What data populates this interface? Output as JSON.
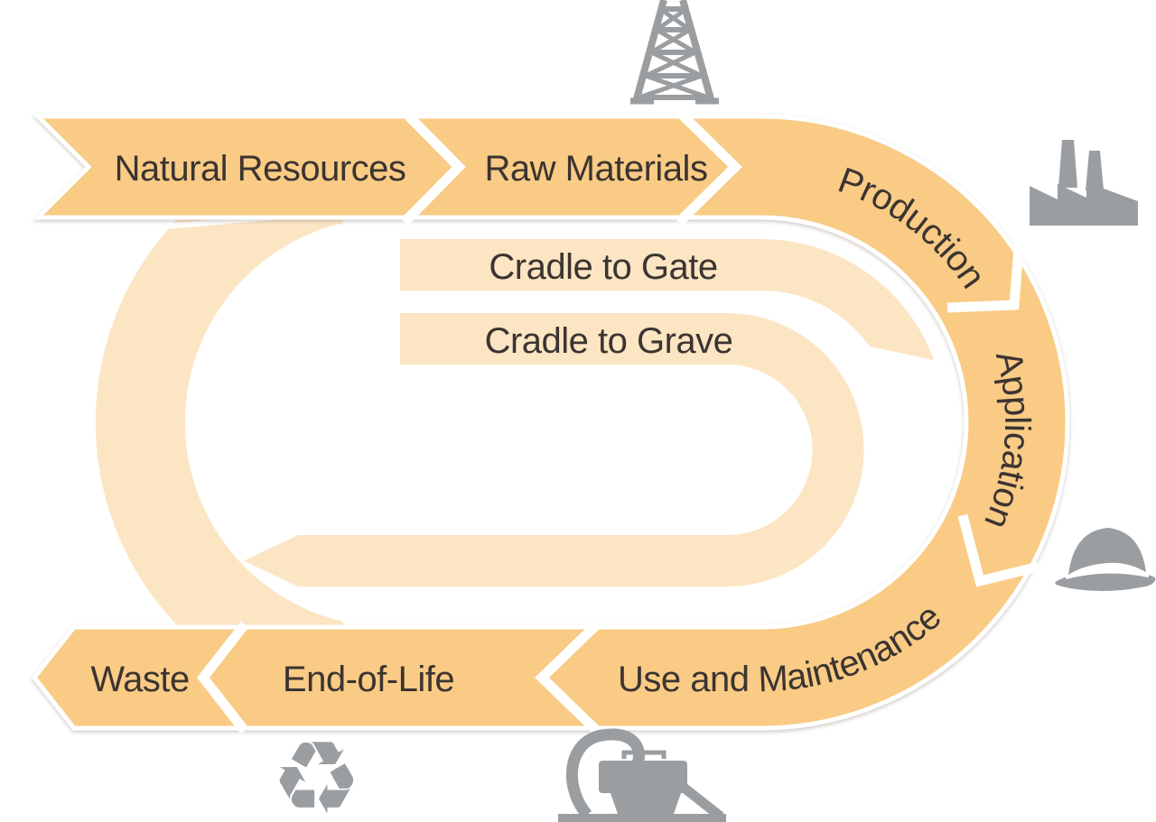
{
  "diagram": {
    "stages": {
      "natural_resources": "Natural Resources",
      "raw_materials": "Raw Materials",
      "production": "Production",
      "application": "Application",
      "use_and_maintenance": "Use and Maintenance",
      "end_of_life": "End-of-Life",
      "waste": "Waste"
    },
    "scopes": {
      "cradle_to_gate": "Cradle to Gate",
      "cradle_to_grave": "Cradle to Grave"
    },
    "icons": {
      "oil_derrick": "oil-derrick-icon",
      "factory": "factory-icon",
      "hard_hat": "hard-hat-icon",
      "recycling": "recycling-icon",
      "cleaning_machine": "cleaning-machine-icon",
      "recycling_glyph": "♻"
    },
    "colors": {
      "band_main": "#F9CB85",
      "band_light": "#FCE5C3",
      "icon_gray": "#9B9EA1",
      "text_dark": "#3B3431",
      "separator": "#FFFFFF",
      "background": "#FFFFFF"
    }
  }
}
